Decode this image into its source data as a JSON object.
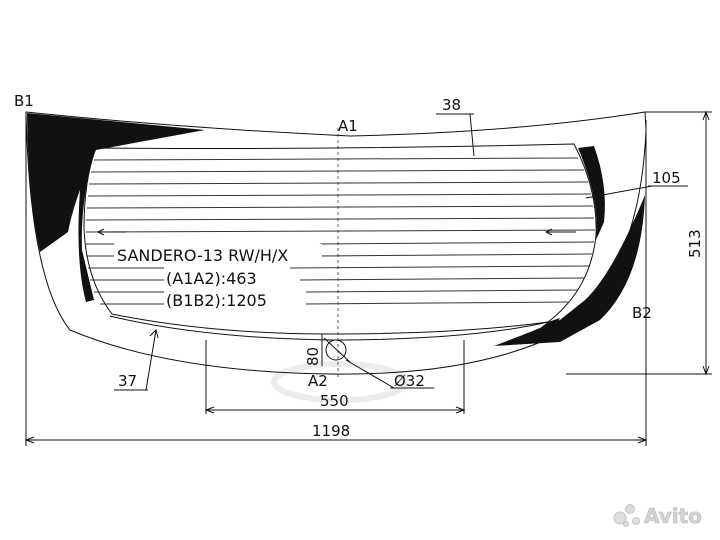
{
  "labels": {
    "corner_b1": "B1",
    "corner_b2": "B2",
    "point_a1": "A1",
    "point_a2": "A2",
    "model": "SANDERO-13 RW/H/X",
    "a1a2": "(A1A2):463",
    "b1b2": "(B1B2):1205"
  },
  "dimensions": {
    "top_band": "38",
    "side_band": "105",
    "height": "513",
    "bottom_band": "37",
    "hole_offset": "80",
    "hole_diameter": "Ø32",
    "hole_span": "550",
    "width": "1198"
  },
  "watermark": {
    "brand_text": "Avito"
  },
  "colors": {
    "outline": "#111111",
    "fill_black": "#111111",
    "background": "#ffffff"
  }
}
